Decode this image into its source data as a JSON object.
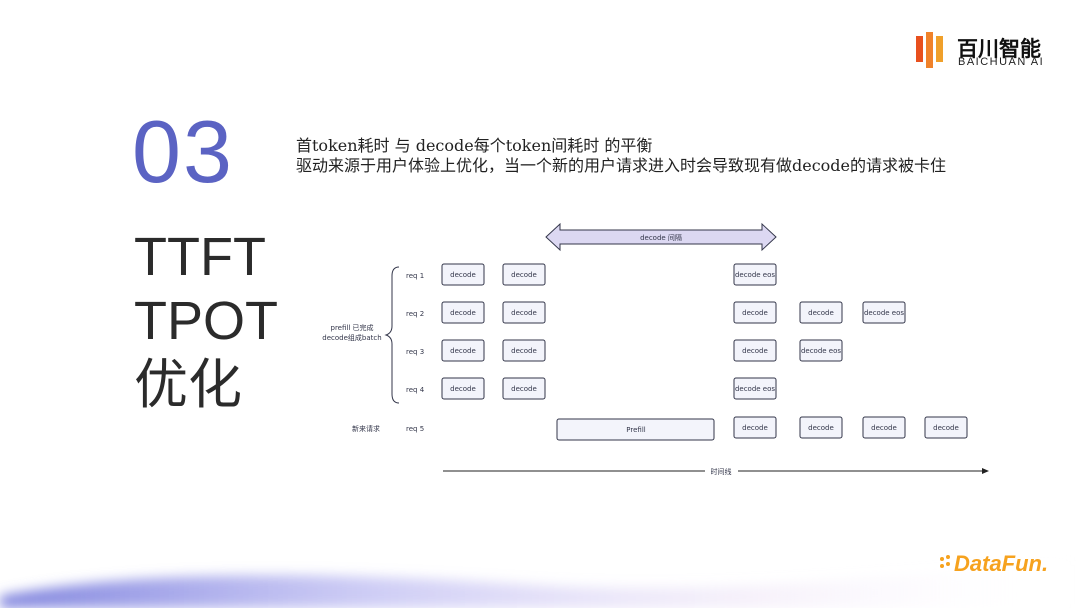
{
  "logo": {
    "name": "百川智能",
    "sub": "BAICHUAN AI"
  },
  "section_number": "03",
  "title_lines": [
    "TTFT",
    "TPOT",
    "优化"
  ],
  "subtitle_lines": [
    "首token耗时 与 decode每个token间耗时 的平衡",
    "驱动来源于用户体验上优化，当一个新的用户请求进入时会导致现有做decode的请求被卡住"
  ],
  "diagram": {
    "interval_label": "decode 间隔",
    "group_label": [
      "prefill 已完成",
      "decode组成batch"
    ],
    "new_request_label": "新来请求",
    "requests": [
      "req 1",
      "req 2",
      "req 3",
      "req 4",
      "req 5"
    ],
    "box_labels": {
      "decode": "decode",
      "decode_eos": "decode eos",
      "prefill": "Prefill"
    },
    "timeline_label": "时间线"
  },
  "footer_logo": "DataFun."
}
